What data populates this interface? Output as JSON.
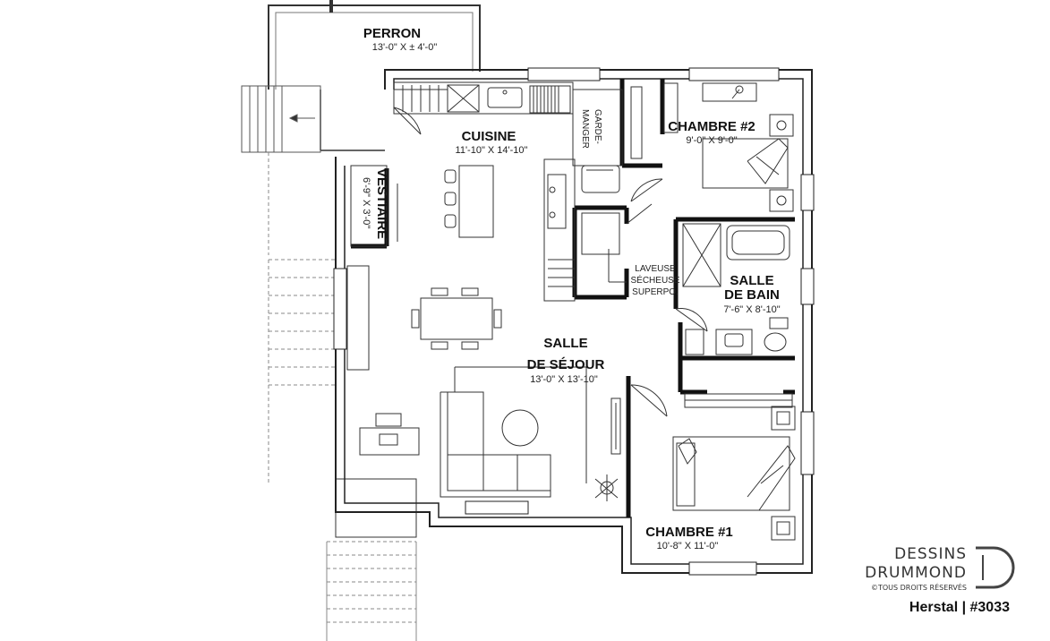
{
  "rooms": {
    "perron": {
      "name": "PERRON",
      "dims": "13'-0\" X ± 4'-0\""
    },
    "cuisine": {
      "name": "CUISINE",
      "dims": "11'-10\" X 14'-10\""
    },
    "garde_manger": {
      "line1": "GARDE-",
      "line2": "MANGER"
    },
    "chambre2": {
      "name": "CHAMBRE #2",
      "dims": "9'-0\" X 9'-0\""
    },
    "vestiaire": {
      "name": "VESTIAIRE",
      "dims": "6'-9\" X 3'-0\""
    },
    "salle_bain": {
      "name_line1": "SALLE",
      "name_line2": "DE BAIN",
      "dims": "7'-6\" X 8'-10\""
    },
    "laveuse": {
      "line1": "LAVEUSE",
      "line2": "SÉCHEUSE",
      "line3": "SUPERPO."
    },
    "sejour": {
      "name_line1": "SALLE",
      "name_line2": "DE SÉJOUR",
      "dims": "13'-0\" X 13'-10\""
    },
    "chambre1": {
      "name": "CHAMBRE #1",
      "dims": "10'-8\" X 11'-0\""
    }
  },
  "branding": {
    "line1": "DESSINS",
    "line2": "DRUMMOND",
    "rights": "©TOUS DROITS RÉSERVÉS",
    "model": "Herstal | #3033"
  }
}
